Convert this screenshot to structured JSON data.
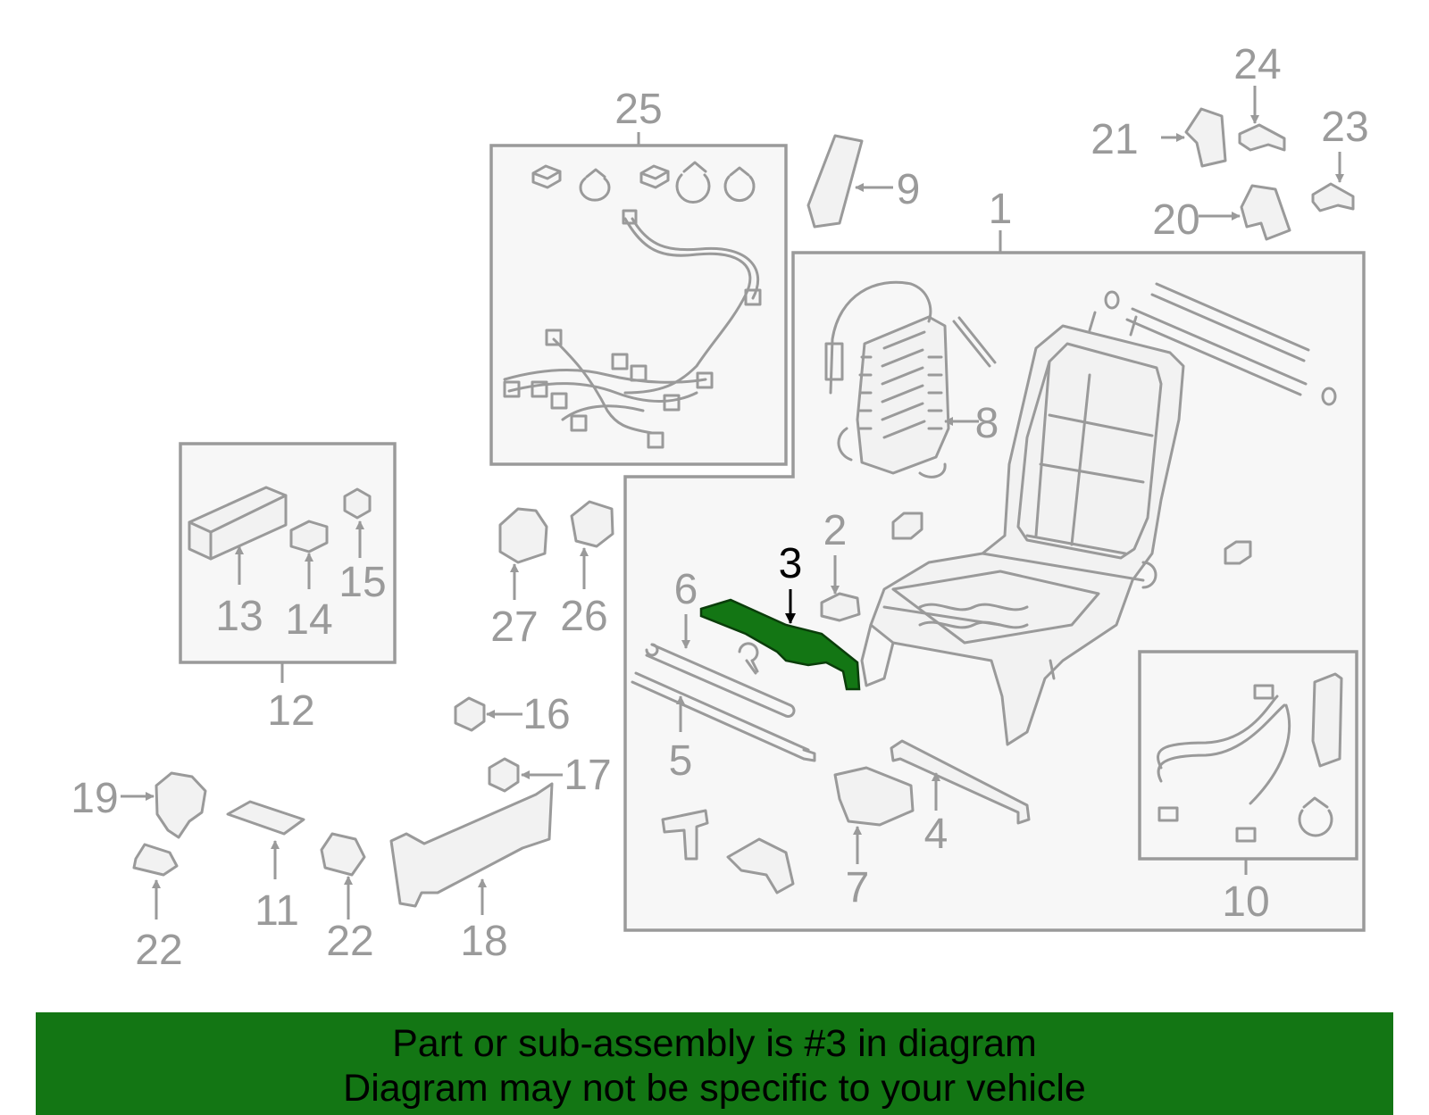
{
  "colors": {
    "highlight": "#137614",
    "line": "#9a9a9a",
    "banner": "#137614",
    "text": "#000000"
  },
  "callouts": {
    "c1": "1",
    "c2": "2",
    "c3": "3",
    "c4": "4",
    "c5": "5",
    "c6": "6",
    "c7": "7",
    "c8": "8",
    "c9": "9",
    "c10": "10",
    "c11": "11",
    "c12": "12",
    "c13": "13",
    "c14": "14",
    "c15": "15",
    "c16": "16",
    "c17": "17",
    "c18": "18",
    "c19": "19",
    "c20": "20",
    "c21": "21",
    "c22a": "22",
    "c22b": "22",
    "c23": "23",
    "c24": "24",
    "c25": "25",
    "c26": "26",
    "c27": "27"
  },
  "selected_part": "3",
  "banner": {
    "line1": "Part or sub-assembly is #3 in diagram",
    "line2": "Diagram may not be specific to your vehicle"
  }
}
